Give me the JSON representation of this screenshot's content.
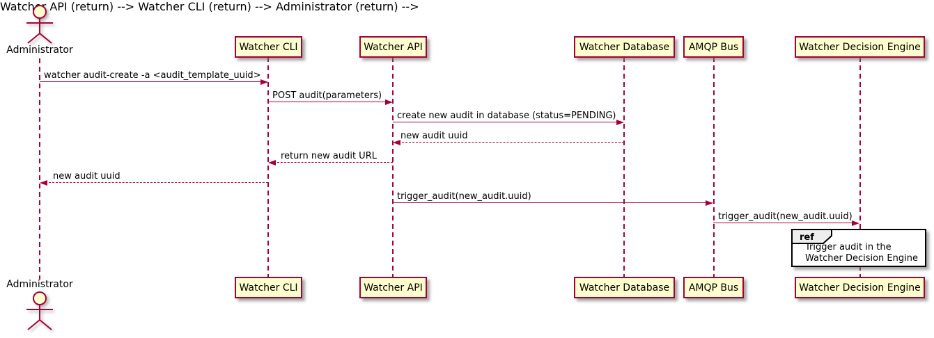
{
  "diagram_data": {
    "type": "sequence",
    "actor": {
      "name": "Administrator"
    },
    "participants": [
      {
        "name": "Watcher CLI"
      },
      {
        "name": "Watcher API"
      },
      {
        "name": "Watcher Database"
      },
      {
        "name": "AMQP Bus"
      },
      {
        "name": "Watcher Decision Engine"
      }
    ],
    "messages": [
      {
        "from": "Administrator",
        "to": "Watcher CLI",
        "text": "watcher audit-create -a <audit_template_uuid>",
        "line": "solid",
        "direction": "right"
      },
      {
        "from": "Watcher CLI",
        "to": "Watcher API",
        "text": "POST audit(parameters)",
        "line": "solid",
        "direction": "right"
      },
      {
        "from": "Watcher API",
        "to": "Watcher Database",
        "text": "create new audit in database (status=PENDING)",
        "line": "solid",
        "direction": "right"
      },
      {
        "from": "Watcher Database",
        "to": "Watcher API",
        "text": "new audit uuid",
        "line": "dashed",
        "direction": "left"
      },
      {
        "from": "Watcher API",
        "to": "Watcher CLI",
        "text": "return new audit URL",
        "line": "dashed",
        "direction": "left"
      },
      {
        "from": "Watcher CLI",
        "to": "Administrator",
        "text": "new audit uuid",
        "line": "dashed",
        "direction": "left"
      },
      {
        "from": "Watcher API",
        "to": "AMQP Bus",
        "text": "trigger_audit(new_audit.uuid)",
        "line": "solid",
        "direction": "right"
      },
      {
        "from": "AMQP Bus",
        "to": "Watcher Decision Engine",
        "text": "trigger_audit(new_audit.uuid)",
        "line": "solid",
        "direction": "right"
      }
    ],
    "ref": {
      "keyword": "ref",
      "lines": [
        "Trigger audit in the",
        "Watcher Decision Engine"
      ]
    },
    "colors": {
      "accent": "#A80036",
      "participant_fill": "#FEFECE",
      "ref_tab_fill": "#EEEEEE",
      "ref_fill": "#FFFFFF",
      "text": "#000000",
      "background": "#FFFFFF"
    }
  }
}
